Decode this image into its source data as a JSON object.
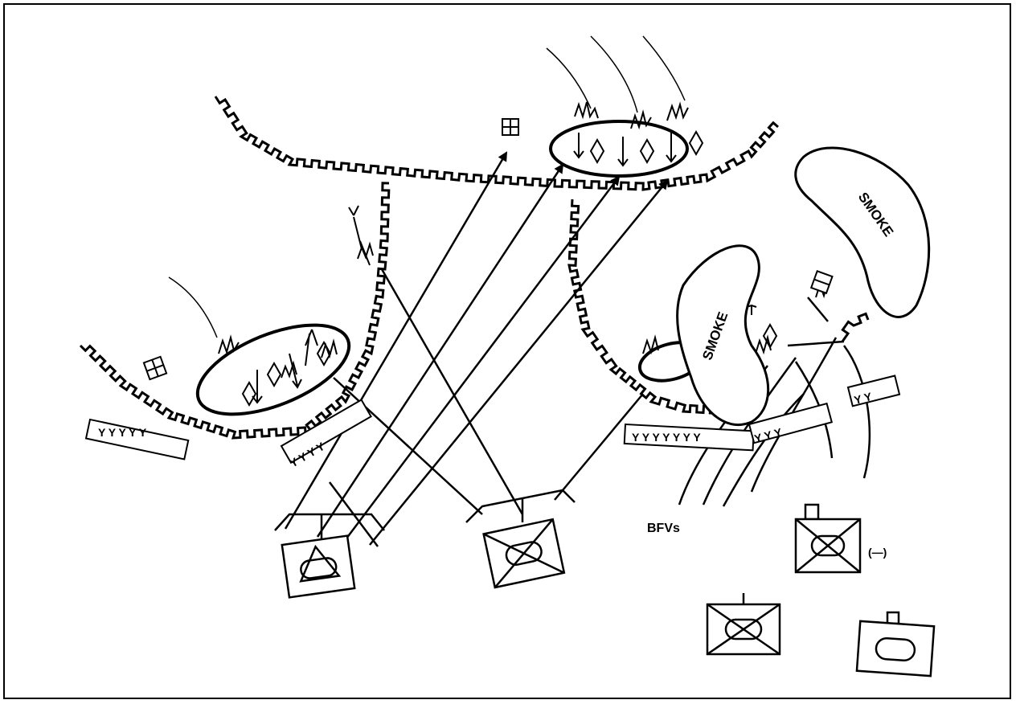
{
  "labels": {
    "smoke_left": "SMOKE",
    "smoke_right": "SMOKE",
    "bfvs": "BFVs",
    "reduced": "(—)"
  },
  "colors": {
    "ink": "#000000",
    "paper": "#ffffff"
  }
}
